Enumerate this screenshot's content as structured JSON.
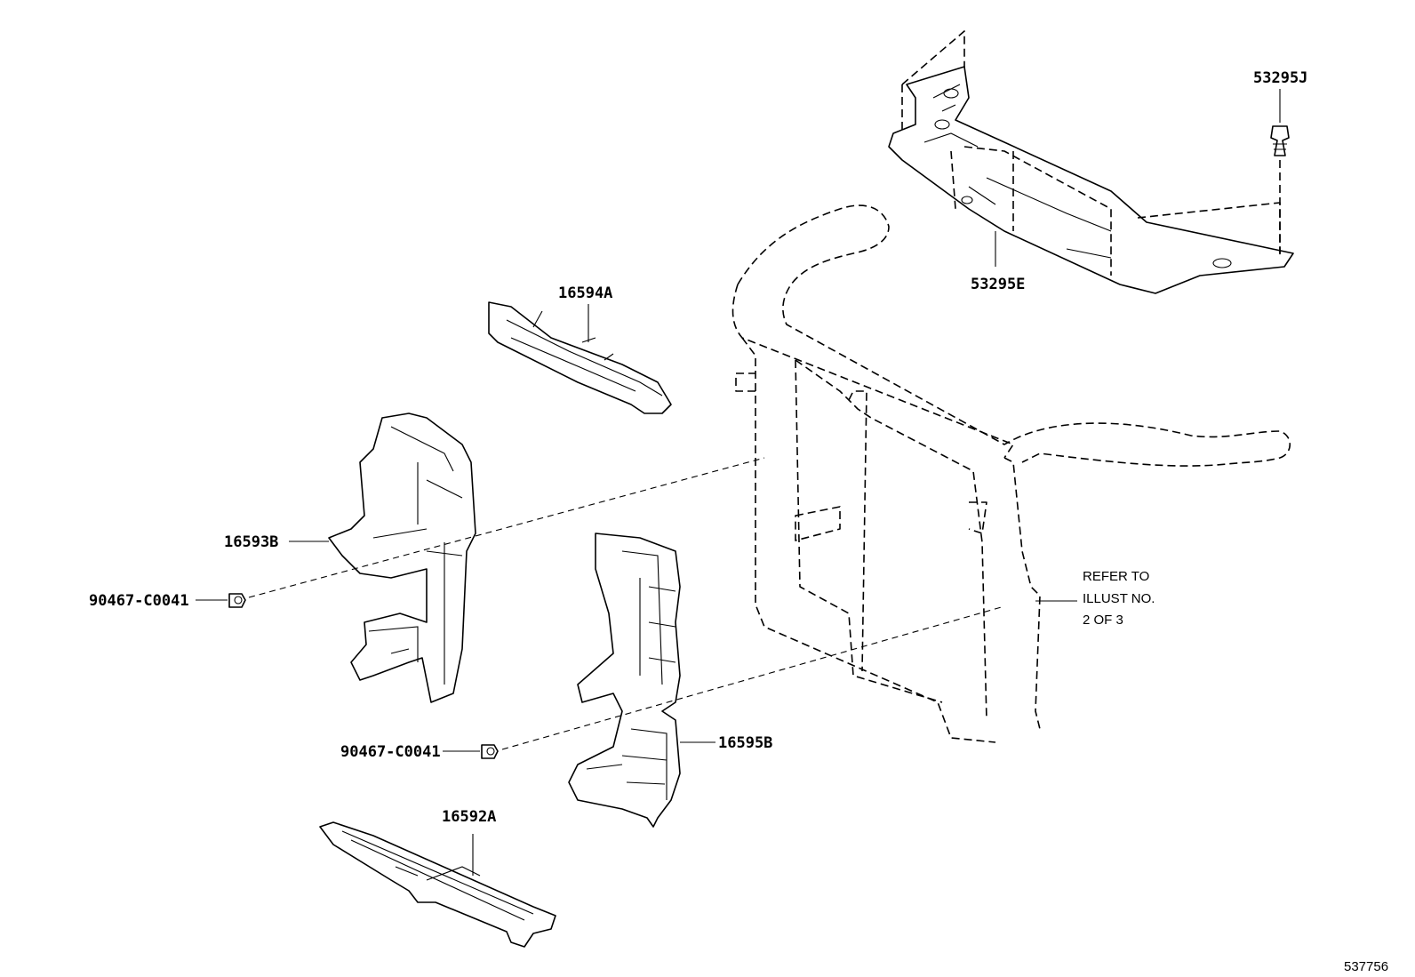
{
  "diagram": {
    "parts": [
      {
        "id": "p1",
        "label": "53295J"
      },
      {
        "id": "p2",
        "label": "53295E"
      },
      {
        "id": "p3",
        "label": "16594A"
      },
      {
        "id": "p4",
        "label": "16593B"
      },
      {
        "id": "p5",
        "label": "90467-C0041"
      },
      {
        "id": "p6",
        "label": "90467-C0041"
      },
      {
        "id": "p7",
        "label": "16595B"
      },
      {
        "id": "p8",
        "label": "16592A"
      }
    ],
    "note": [
      "REFER TO",
      "ILLUST NO.",
      "2 OF 3"
    ],
    "reference_number": "537756"
  }
}
